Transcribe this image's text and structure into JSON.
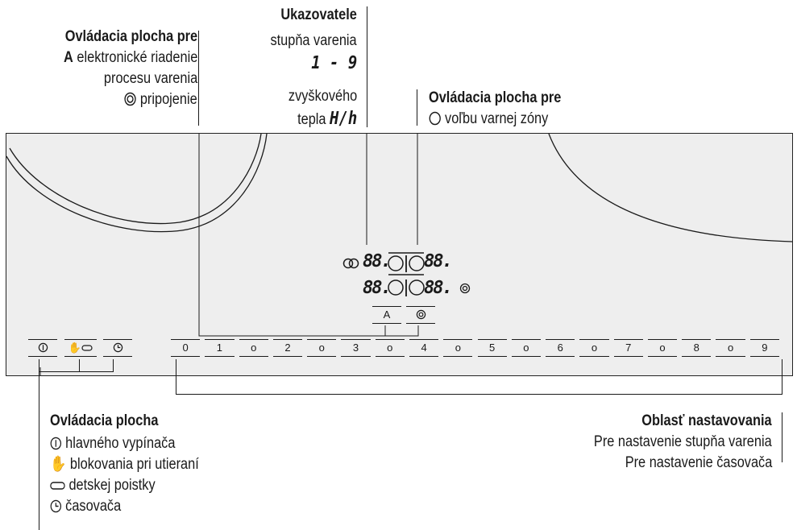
{
  "callout_top_left": {
    "title": "Ovládacia plocha pre",
    "line2_bold": "A",
    "line2": "elektronické riadenie",
    "line3": "procesu varenia",
    "line4": "pripojenie"
  },
  "callout_indicators": {
    "title": "Ukazovatele",
    "line2": "stupňa varenia",
    "range": "1 - 9",
    "line4": "zvyškového",
    "line5_prefix": "tepla",
    "line5_symbol": "H/h"
  },
  "callout_zone": {
    "title": "Ovládacia plocha pre",
    "line2": "voľbu varnej zóny"
  },
  "callout_bottom_left": {
    "title": "Ovládacia plocha",
    "items": [
      "hlavného vypínača",
      "blokovania pri utieraní",
      "detskej poistky",
      "časovača"
    ]
  },
  "callout_bottom_right": {
    "title": "Oblasť nastavovania",
    "line2": "Pre nastavenie stupňa varenia",
    "line3": "Pre nastavenie časovača"
  },
  "display": {
    "row1_left": "88.",
    "row1_right": "88.",
    "row2_left": "88.",
    "row2_right": "88.",
    "key_a": "A"
  },
  "slider_keys": [
    "0",
    "1",
    "o",
    "2",
    "o",
    "3",
    "o",
    "4",
    "o",
    "5",
    "o",
    "6",
    "o",
    "7",
    "o",
    "8",
    "o",
    "9"
  ]
}
